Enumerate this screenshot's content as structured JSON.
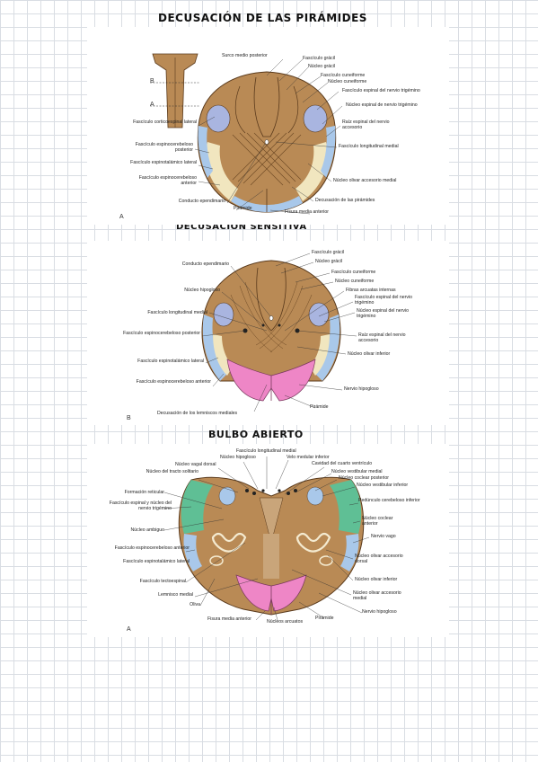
{
  "titles": {
    "t1": "DECUSACIÓN DE LAS PIRÁMIDES",
    "t2": "DECUSACIÓN SENSITIVA",
    "t3": "BULBO ABIERTO"
  },
  "panel1": {
    "letter": "A",
    "inset": {
      "b": "B",
      "a": "A"
    },
    "labels": {
      "surco": "Surco medio posterior",
      "fas_gracil": "Fascículo grácil",
      "nuc_gracil": "Núcleo grácil",
      "fas_cune": "Fascículo cuneiforme",
      "nuc_cune": "Núcleo cuneiforme",
      "fas_esp_trig": "Fascículo espinal del nervio trigémino",
      "nuc_esp_trig": "Núcleo espinal de nervio trigémino",
      "raiz": "Raíz espinal del nervio accesorio",
      "flm": "Fascículo longitudinal medial",
      "nuc_olivar": "Núcleo olivar accesorio medial",
      "decusacion": "Decusación de las pirámides",
      "fisura": "Fisura media anterior",
      "piramide": "Pirámide",
      "conducto": "Conducto ependimario",
      "cortico": "Fascículo corticoespinal lateral",
      "espino_post": "Fascículo espinocerebeloso posterior",
      "espinotal": "Fascículo espinotalámico lateral",
      "espino_ant": "Fascículo espinocerebeloso anterior"
    }
  },
  "panel2": {
    "letter": "B",
    "labels": {
      "fas_gracil": "Fascículo grácil",
      "nuc_gracil": "Núcleo grácil",
      "conducto": "Conducto ependimario",
      "fas_cune": "Fascículo cuneiforme",
      "nuc_cune": "Núcleo cuneiforme",
      "nuc_hipo": "Núcleo hipogloso",
      "fibras": "Fibras arcuatas internas",
      "fas_esp_trig": "Fascículo espinal del nervio trigémino",
      "flm": "Fascículo longitudinal medial",
      "nuc_esp_trig": "Núcleo espinal del nervio trigémino",
      "espino_post": "Fascículo espinocerebeloso posterior",
      "raiz": "Raíz espinal del nervio accesorio",
      "nuc_olivar": "Núcleo olivar inferior",
      "espinotal": "Fascículo espinotalámico lateral",
      "espino_ant": "Fascículo espinocerebeloso anterior",
      "nervio_hipo": "Nervio hipogloso",
      "decus_lemn": "Decusación de los lemniscos mediales",
      "piramide": "Pirámide"
    }
  },
  "panel3": {
    "letter": "A",
    "labels": {
      "flm": "Fascículo longitudinal medial",
      "nuc_hipo": "Núcleo hipogloso",
      "velo": "Velo medular inferior",
      "vagal": "Núcleo vagal dorsal",
      "cavidad": "Cavidad del cuarto ventrículo",
      "tracto": "Núcleo del tracto solitario",
      "vest_medial": "Núcleo vestibular medial",
      "coclear_post": "Núcleo coclear posterior",
      "vest_inf": "Núcleo vestibular inferior",
      "formacion": "Formación reticular",
      "pedunculo": "Pedúnculo cerebeloso inferior",
      "fas_esp_trig": "Fascículo espinal y núcleo del nervio trigémino",
      "coclear_ant": "Núcleo coclear anterior",
      "ambiguo": "Núcleo ambiguo",
      "vago": "Nervio vago",
      "espino_ant": "Fascículo espinocerebeloso anterior",
      "espinotal": "Fascículo espinotalámico lateral",
      "olivar_dorsal": "Núcleo olivar accesorio dorsal",
      "tectoespinal": "Fascículo tectoespinal",
      "olivar_inf": "Núcleo olivar inferior",
      "lemnisco": "Lemnisco medial",
      "olivar_medial": "Núcleo olivar accesorio medial",
      "oliva": "Oliva",
      "nervio_hipo": "Nervio hipogloso",
      "fisura": "Fisura media anterior",
      "arcuatos": "Núcleos arcuatos",
      "piramide": "Pirámide"
    }
  },
  "colors": {
    "tissue": "#b98a55",
    "tissue_dark": "#8a5f34",
    "blue": "#a9c8ea",
    "purple": "#a9b5e0",
    "cream": "#f1e6bf",
    "pink": "#ee86c6",
    "green": "#5fbf95",
    "grid": "#d9dde3"
  }
}
